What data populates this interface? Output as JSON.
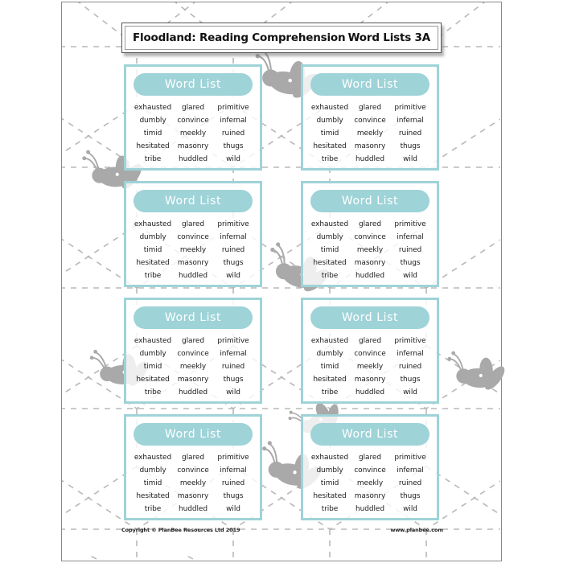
{
  "colors": {
    "teal": "#9ed3d8",
    "bee_gray": "#a9a9a9",
    "dash_gray": "#b8b8b8",
    "page_border": "#8a8a8a",
    "text_dark": "#1c1c1c"
  },
  "header": {
    "title_left": "Floodland: Reading Comprehension",
    "title_right": "Word Lists 3A"
  },
  "card": {
    "title": "Word List",
    "columns": [
      [
        "exhausted",
        "dumbly",
        "timid",
        "hesitated",
        "tribe"
      ],
      [
        "glared",
        "convince",
        "meekly",
        "masonry",
        "huddled"
      ],
      [
        "primitive",
        "infernal",
        "ruined",
        "thugs",
        "wild"
      ]
    ],
    "words_flat": [
      "exhausted",
      "glared",
      "primitive",
      "dumbly",
      "convince",
      "infernal",
      "timid",
      "meekly",
      "ruined",
      "hesitated",
      "masonry",
      "thugs",
      "tribe",
      "huddled",
      "wild"
    ]
  },
  "cards": [
    {
      "id": "card-1",
      "title": "Word List"
    },
    {
      "id": "card-2",
      "title": "Word List"
    },
    {
      "id": "card-3",
      "title": "Word List"
    },
    {
      "id": "card-4",
      "title": "Word List"
    },
    {
      "id": "card-5",
      "title": "Word List"
    },
    {
      "id": "card-6",
      "title": "Word List"
    },
    {
      "id": "card-7",
      "title": "Word List"
    },
    {
      "id": "card-8",
      "title": "Word List"
    }
  ],
  "footer": {
    "copyright": "Copyright © PlanBee Resources Ltd 2019",
    "website": "www.planbee.com"
  },
  "decorations": {
    "bee_icon_name": "bee-icon",
    "honeycomb_pattern_name": "honeycomb-dashed-pattern",
    "bee_count": 6
  }
}
